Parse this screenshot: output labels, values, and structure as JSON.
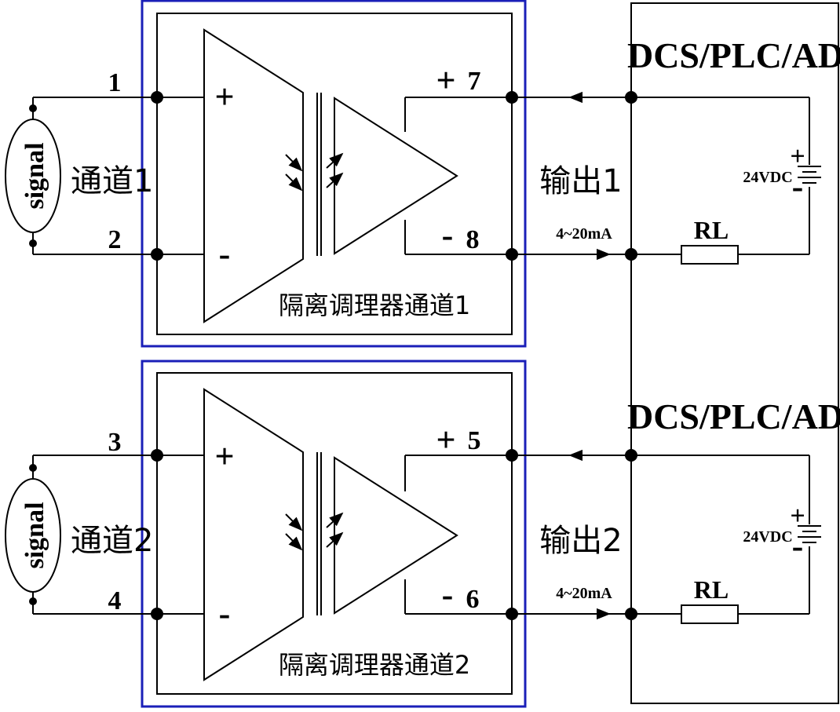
{
  "colors": {
    "frame": "#1a1fb8",
    "line": "#000000",
    "background": "#ffffff"
  },
  "channel1": {
    "input_pins": [
      "1",
      "2"
    ],
    "signal_label": "signal",
    "channel_label": "通道1",
    "plus_sign": "+",
    "minus_sign": "-",
    "output_pin_plus": "7",
    "output_pin_minus": "8",
    "output_label": "输出1",
    "current_label": "4~20mA",
    "caption": "隔离调理器通道1",
    "system_label": "DCS/PLC/AD",
    "supply_label": "24VDC",
    "supply_plus": "+",
    "supply_minus": "-",
    "resistor_label": "RL"
  },
  "channel2": {
    "input_pins": [
      "3",
      "4"
    ],
    "signal_label": "signal",
    "channel_label": "通道2",
    "plus_sign": "+",
    "minus_sign": "-",
    "output_pin_plus": "5",
    "output_pin_minus": "6",
    "output_label": "输出2",
    "current_label": "4~20mA",
    "caption": "隔离调理器通道2",
    "system_label": "DCS/PLC/AD",
    "supply_label": "24VDC",
    "supply_plus": "+",
    "supply_minus": "-",
    "resistor_label": "RL"
  }
}
